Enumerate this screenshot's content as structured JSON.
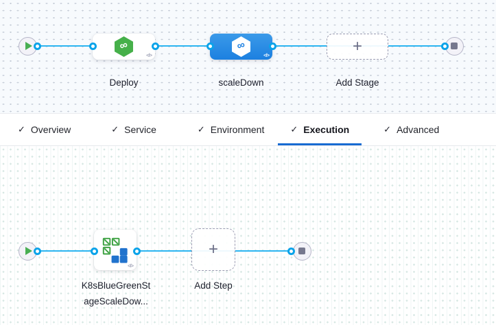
{
  "colors": {
    "accent_blue": "#176bd2",
    "flow_line_blue": "#2cb5f1",
    "port_blue": "#0aa3e9",
    "harness_green": "#46b04a",
    "selected_stage_blue": "#2589e4"
  },
  "glyphs": {
    "plus": "+",
    "infinity": "∞",
    "code": "</>"
  },
  "stage_canvas": {
    "stages": [
      {
        "label": "Deploy",
        "icon": "harness-cd-icon",
        "selected": false
      },
      {
        "label": "scaleDown",
        "icon": "harness-cd-icon",
        "selected": true
      }
    ],
    "add_stage_label": "Add Stage"
  },
  "tab_bar": {
    "check_glyph": "✓",
    "tabs": [
      {
        "label": "Overview",
        "checked": true,
        "active": false
      },
      {
        "label": "Service",
        "checked": true,
        "active": false
      },
      {
        "label": "Environment",
        "checked": true,
        "active": false
      },
      {
        "label": "Execution",
        "checked": true,
        "active": true
      },
      {
        "label": "Advanced",
        "checked": true,
        "active": false
      }
    ]
  },
  "execution_canvas": {
    "steps": [
      {
        "label_line1": "K8sBlueGreenSt",
        "label_line2": "ageScaleDow...",
        "icon": "k8s-blue-green-icon"
      }
    ],
    "add_step_label": "Add Step"
  }
}
